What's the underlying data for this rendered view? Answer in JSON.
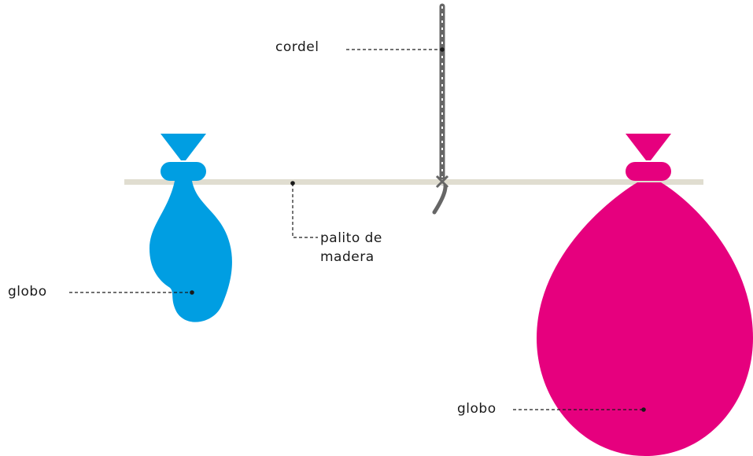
{
  "labels": {
    "string": "cordel",
    "stick_line1": "palito de",
    "stick_line2": "madera",
    "balloon_left": "globo",
    "balloon_right": "globo"
  },
  "colors": {
    "blue_balloon": "#009EE2",
    "pink_balloon": "#E6007E",
    "stick": "#E0DDD0",
    "string": "#666666",
    "leader": "#1a1a1a"
  }
}
